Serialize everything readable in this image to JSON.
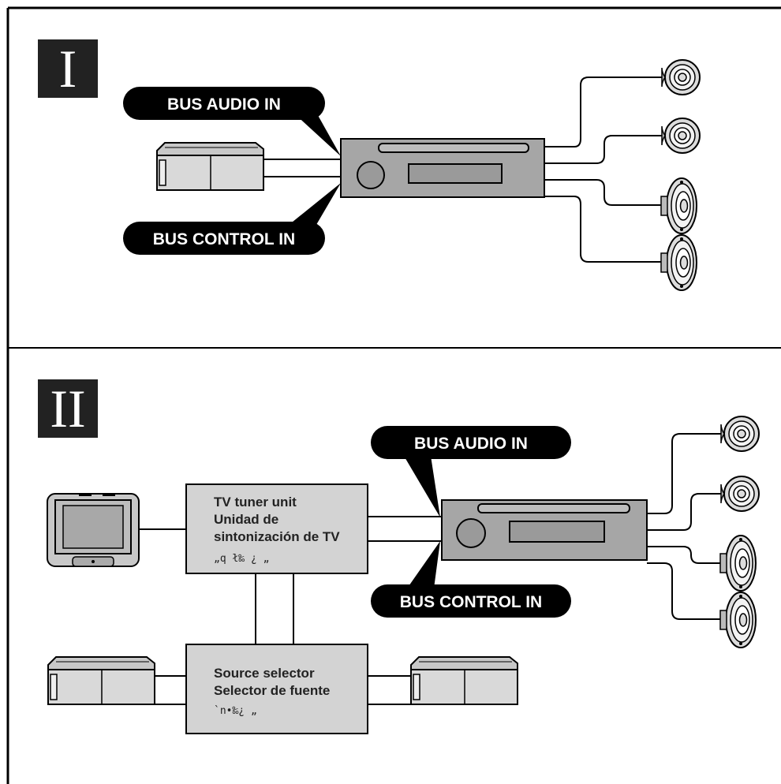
{
  "section_1": {
    "numeral": "I",
    "bus_audio_label": "BUS AUDIO IN",
    "bus_control_label": "BUS CONTROL IN"
  },
  "section_2": {
    "numeral": "II",
    "bus_audio_label": "BUS AUDIO IN",
    "bus_control_label": "BUS CONTROL IN",
    "tv_tuner": {
      "line1": "TV tuner unit",
      "line2": "Unidad de",
      "line3": "sintonización de TV",
      "line4": "„q ł‰ ¿   „"
    },
    "source_selector": {
      "line1": "Source selector",
      "line2": "Selector de fuente",
      "line3": "`n•‰¿     „"
    }
  },
  "colors": {
    "head_unit_fill": "#a6a6a6",
    "box_fill": "#d3d3d3",
    "pill_fill": "#000000",
    "line": "#000000"
  }
}
